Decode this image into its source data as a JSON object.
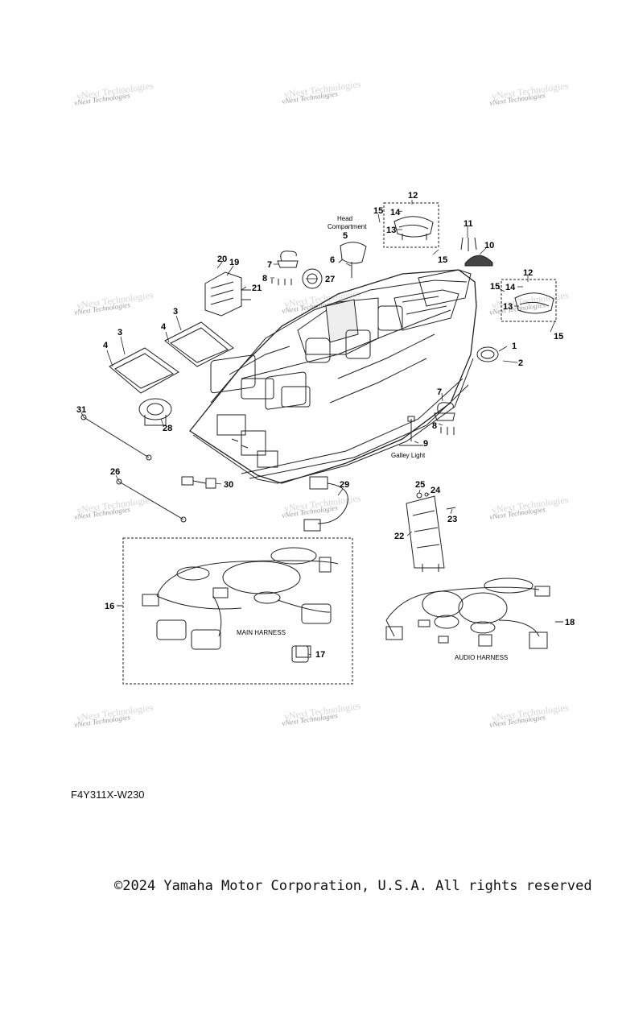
{
  "diagram_code": "F4Y311X-W230",
  "copyright": "©2024 Yamaha Motor Corporation, U.S.A. All rights reserved",
  "watermark": "vNext Technologies",
  "labels": {
    "head_compartment_line1": "Head",
    "head_compartment_line2": "Compartment",
    "galley_light": "Galley Light",
    "main_harness": "MAIN HARNESS",
    "audio_harness": "AUDIO HARNESS"
  },
  "callouts": {
    "c1": "1",
    "c2": "2",
    "c3": "3",
    "c3b": "3",
    "c4": "4",
    "c4b": "4",
    "c5": "5",
    "c6": "6",
    "c7": "7",
    "c7b": "7",
    "c8": "8",
    "c8b": "8",
    "c9": "9",
    "c10": "10",
    "c11": "11",
    "c12": "12",
    "c12b": "12",
    "c13": "13",
    "c13b": "13",
    "c14": "14",
    "c14b": "14",
    "c15": "15",
    "c15b": "15",
    "c15c": "15",
    "c15d": "15",
    "c16": "16",
    "c17": "17",
    "c18": "18",
    "c19": "19",
    "c20": "20",
    "c21": "21",
    "c22": "22",
    "c23": "23",
    "c24": "24",
    "c25": "25",
    "c26": "26",
    "c27": "27",
    "c28": "28",
    "c29": "29",
    "c30": "30",
    "c31": "31"
  }
}
